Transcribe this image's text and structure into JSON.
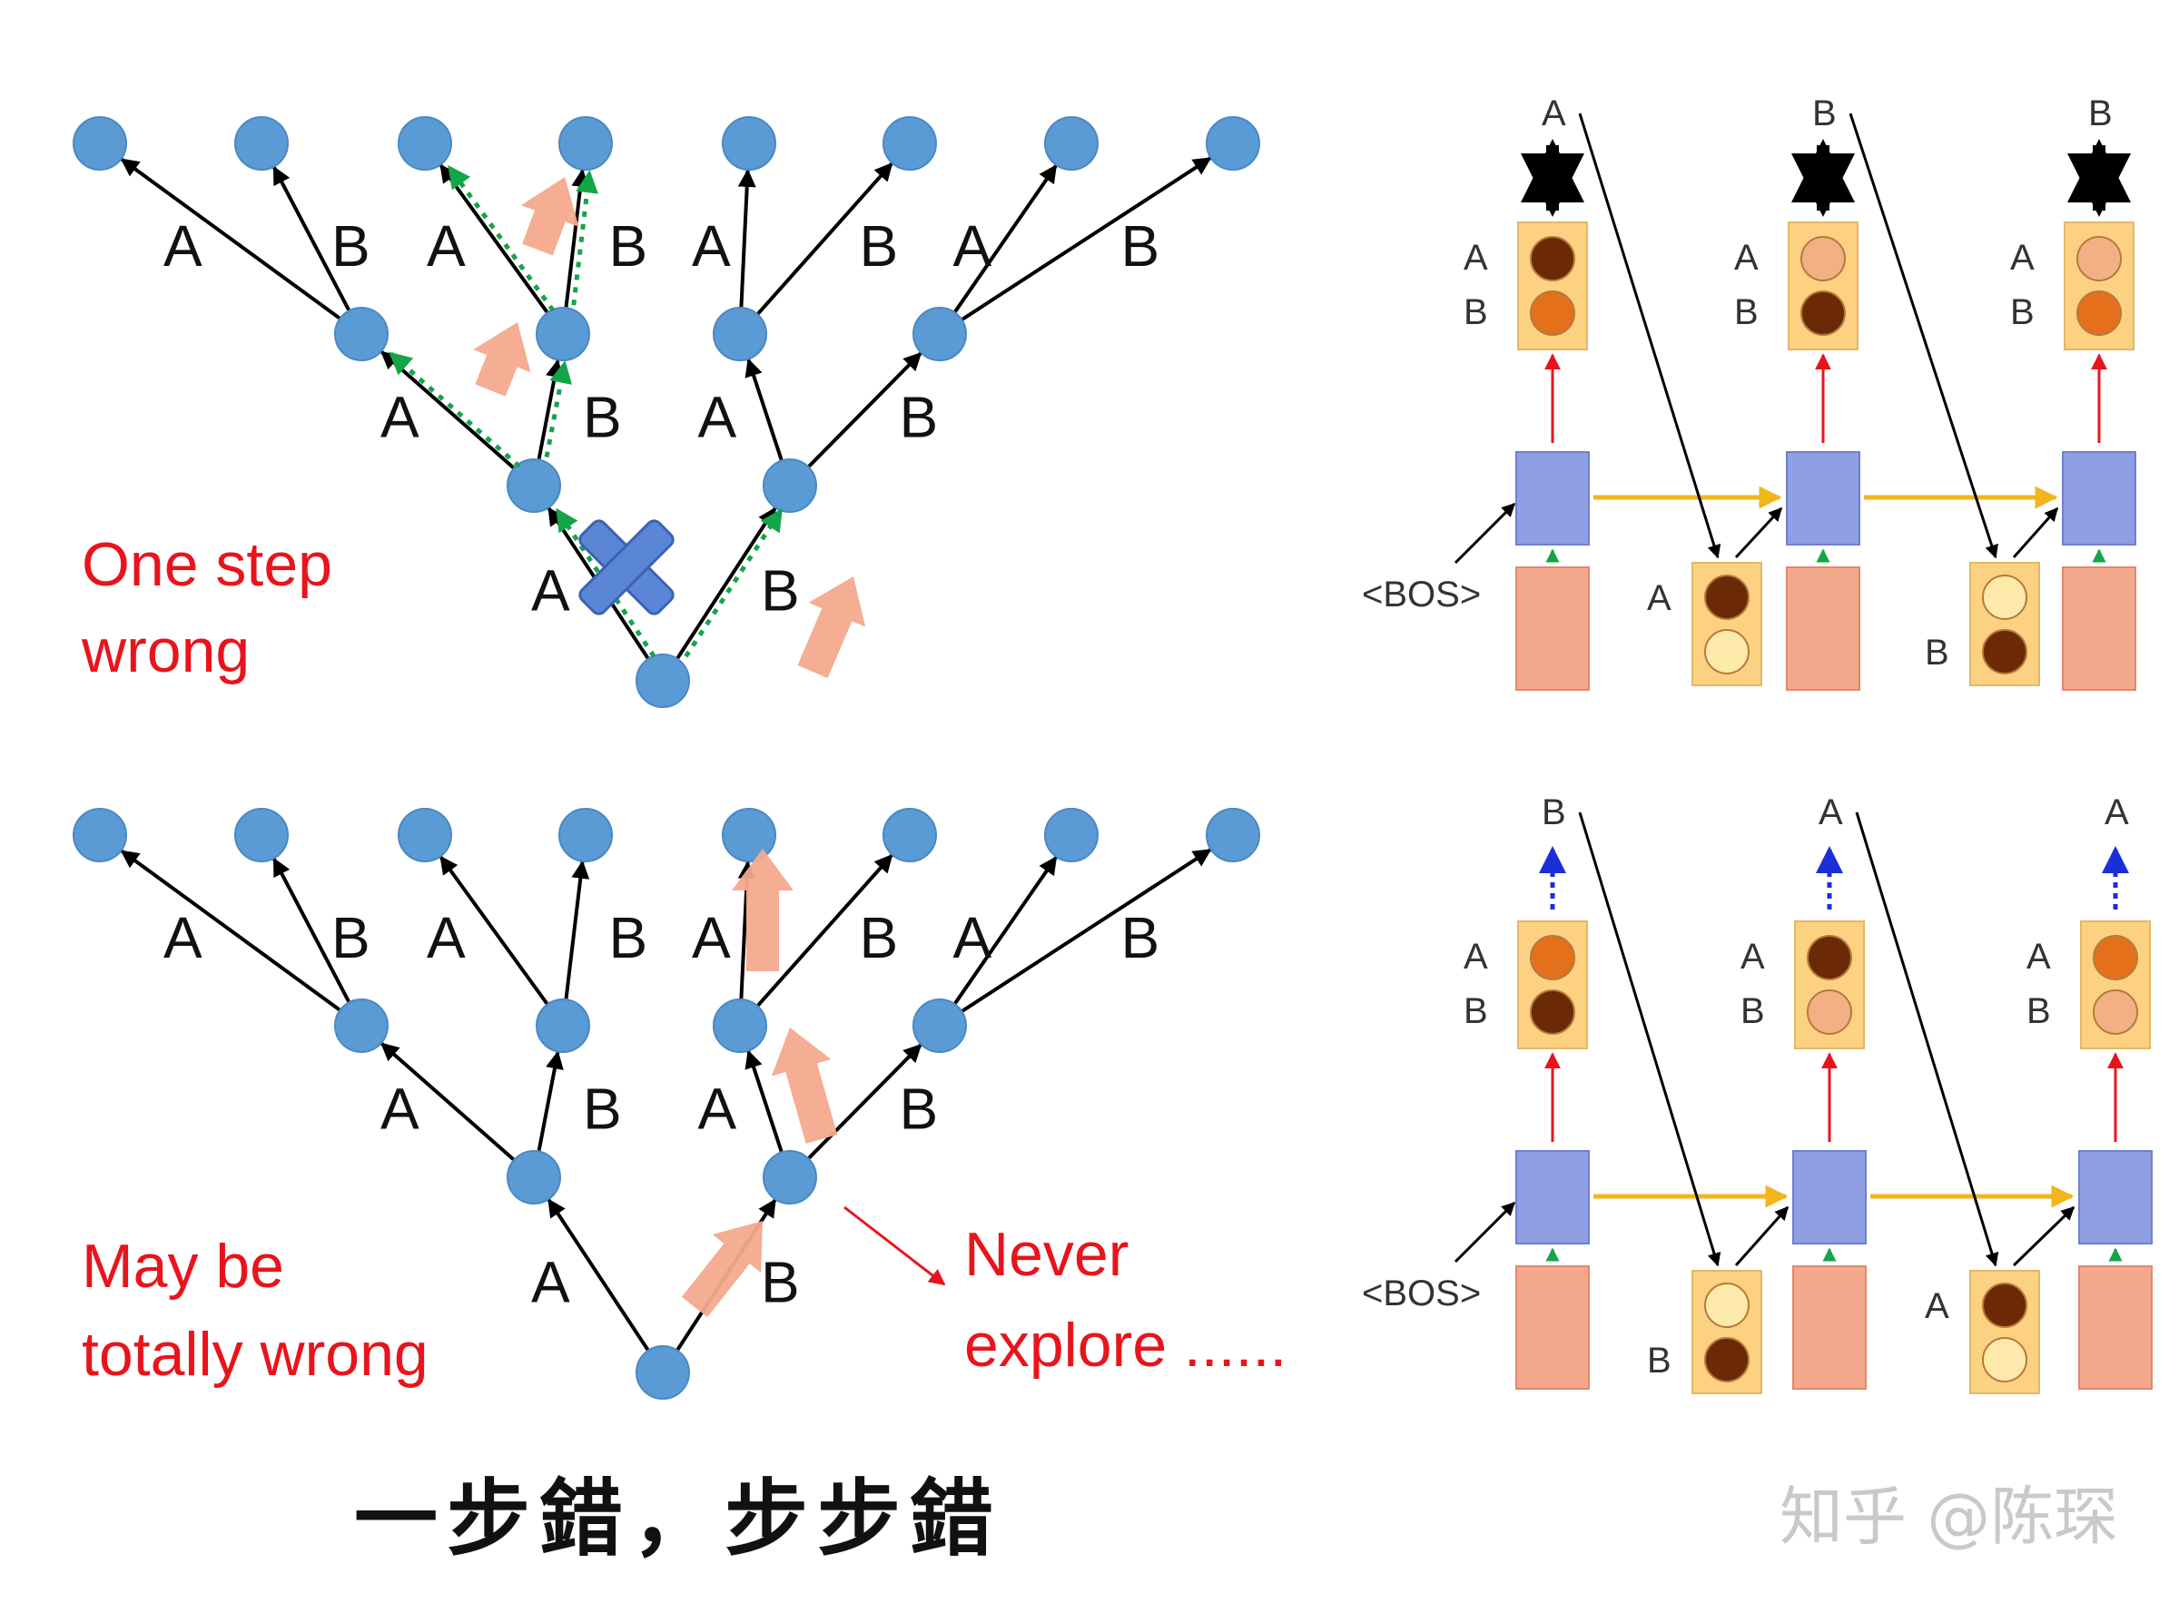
{
  "trees": {
    "top": {
      "left_label": "A",
      "right_label": "B",
      "caption": [
        "One step",
        "wrong"
      ]
    },
    "bottom": {
      "left_label": "A",
      "right_label": "B",
      "caption": [
        "May be",
        "totally wrong"
      ],
      "never_explore": [
        "Never",
        "explore ......"
      ]
    }
  },
  "decoders": {
    "top": {
      "bos": "<BOS>",
      "outputs": [
        "A",
        "B",
        "B"
      ],
      "prob_labels": [
        "A",
        "B"
      ],
      "inputs": [
        "A",
        "B"
      ]
    },
    "bottom": {
      "bos": "<BOS>",
      "outputs": [
        "B",
        "A",
        "A"
      ],
      "prob_labels": [
        "A",
        "B"
      ],
      "inputs": [
        "B",
        "A"
      ]
    }
  },
  "caption": "一步錯，步步錯",
  "watermark": "知乎 @陈琛",
  "colors": {
    "node": "#5b9bd5",
    "node_stroke": "#4a88c4",
    "caption_red": "#e8141c",
    "salmon": "#f4a98d",
    "prob_box": "#fcd181",
    "hidden": "#8f9fe3",
    "yellow_arrow": "#f2b51c",
    "green": "#14a548",
    "dark_brown": "#6b2a05",
    "orange": "#e4701c",
    "light_orange": "#f3b084",
    "pale": "#fde9a9"
  },
  "icons": [
    "blue-x-icon",
    "salmon-arrow-icon"
  ]
}
